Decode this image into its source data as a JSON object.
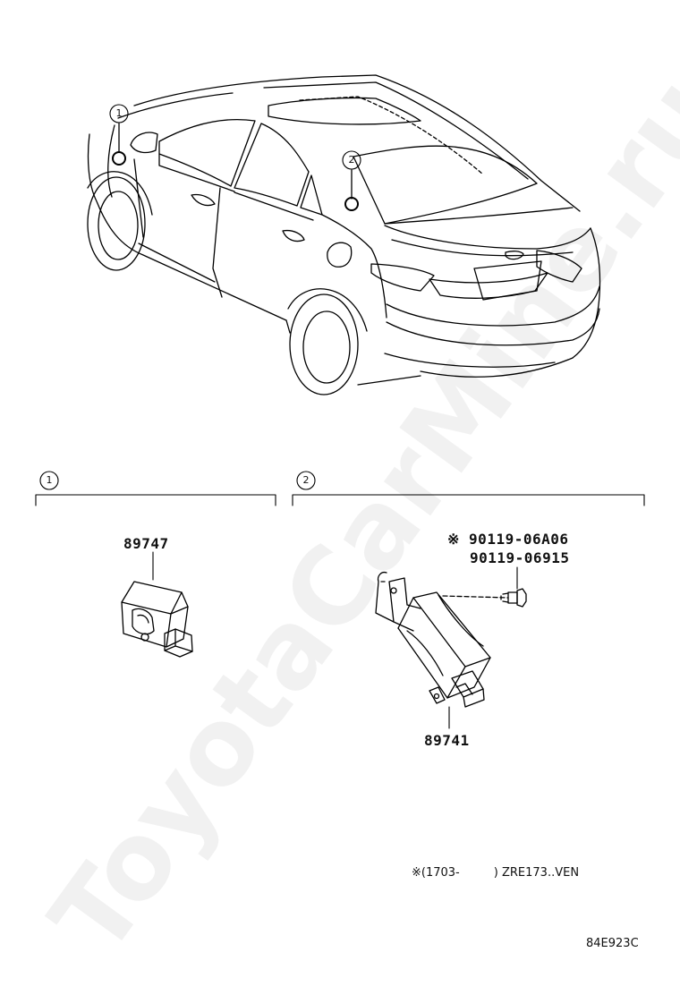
{
  "callouts": {
    "one": "1",
    "two": "2"
  },
  "sections": {
    "one": {
      "number": "1"
    },
    "two": {
      "number": "2"
    }
  },
  "parts": {
    "sensor": "89747",
    "bolt_alt": "90119-06A06",
    "bolt": "90119-06915",
    "module": "89741"
  },
  "marks": {
    "note_symbol": "※"
  },
  "footnote": {
    "symbol": "※",
    "range_open": "(1703-",
    "range_close": ")",
    "model": "ZRE173..VEN"
  },
  "figure_code": "84E923C",
  "watermark": "ToyotaCarMine.ru"
}
